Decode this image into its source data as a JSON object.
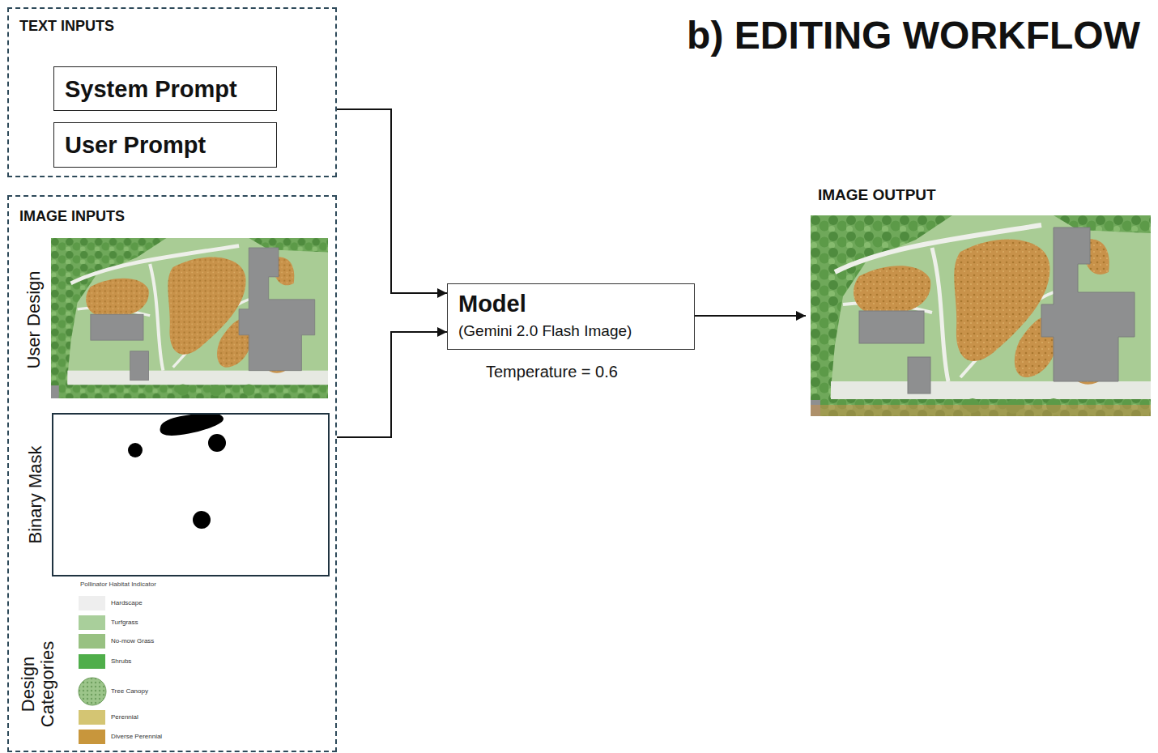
{
  "diagram": {
    "title": "b) EDITING WORKFLOW",
    "nodes": [
      {
        "text": [
          "TEXT INPUTS"
        ]
      },
      {
        "text": [
          "System Prompt"
        ],
        "in": 0
      },
      {
        "text": [
          "User Prompt"
        ],
        "in": 0
      },
      {
        "text": [
          "IMAGE INPUTS"
        ]
      },
      {
        "text": [
          "Binary Mask"
        ],
        "in": 3
      },
      {
        "text": [
          "Model",
          "(Gemini 2.0 Flash Image)"
        ]
      },
      {
        "text": [
          "IMAGE OUTPUT"
        ]
      }
    ],
    "edges": [
      {
        "from": 0,
        "to": 5,
        "arrow": "to"
      },
      {
        "from": 3,
        "to": 5,
        "arrow": "to"
      },
      {
        "from": 5,
        "to": 6,
        "arrow": "to"
      }
    ],
    "labels": [
      "User Design",
      "Pollinator Habitat Indicator",
      "Design Categories",
      "Temperature = 0.6"
    ],
    "legend": [
      {
        "text": "Hardscape",
        "color": "#eeeeee"
      },
      {
        "text": "Turfgrass",
        "color": "#a9cf9b"
      },
      {
        "text": "No-mow Grass",
        "color": "#98c182"
      },
      {
        "text": "Shrubs",
        "color": "#4fae4a"
      },
      {
        "text": "Tree Canopy"
      },
      {
        "text": "Perennial",
        "color": "#d4c573"
      },
      {
        "text": "Diverse Perennial",
        "color": "#c8963c"
      }
    ]
  }
}
